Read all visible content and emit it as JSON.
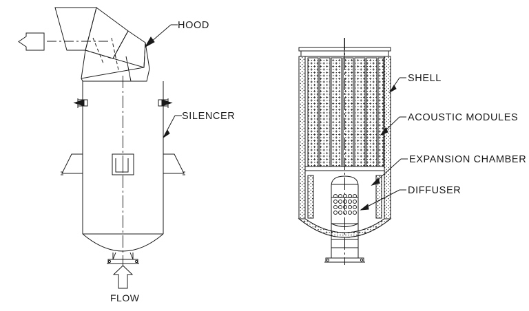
{
  "drawing": {
    "title": "Vent Silencer Assembly",
    "type": "engineering-section-drawing",
    "line_color": "#1a1a1a",
    "fill_color": "#ffffff",
    "text_color": "#1a1a1a"
  },
  "views": {
    "left": {
      "name": "external-elevation-view",
      "components": [
        "hood",
        "silencer-shell",
        "lifting-lugs",
        "support-gussets",
        "nameplate",
        "dished-bottom-head",
        "inlet-nozzle",
        "inlet-flange"
      ]
    },
    "right": {
      "name": "cutaway-section-view",
      "components": [
        "shell",
        "acoustic-modules",
        "expansion-chamber",
        "diffuser",
        "dished-bottom-head",
        "inlet-nozzle",
        "inlet-flange",
        "top-vent-stack"
      ]
    }
  },
  "labels": {
    "hood": "HOOD",
    "silencer": "SILENCER",
    "flow": "FLOW",
    "shell": "SHELL",
    "acoustic_modules": "ACOUSTIC  MODULES",
    "expansion_chamber": "EXPANSION  CHAMBER",
    "diffuser": "DIFFUSER"
  },
  "annotations": {
    "outlet_arrow": {
      "name": "outlet-flow-arrow",
      "direction": "left",
      "style": "hollow"
    },
    "inlet_arrow": {
      "name": "inlet-flow-arrow",
      "direction": "up",
      "style": "hollow"
    },
    "centerline_style": "dash-dot"
  },
  "geometry": {
    "acoustic_module_count": 7,
    "diffuser_hole_rows": 4,
    "diffuser_hole_columns": 5
  }
}
